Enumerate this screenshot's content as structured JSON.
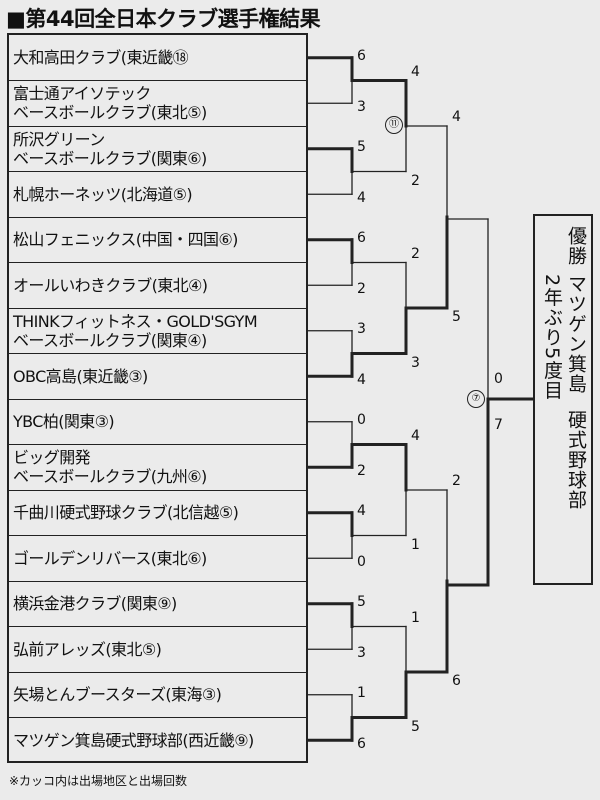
{
  "title": "■第44回全日本クラブ選手権結果",
  "teams": [
    {
      "lines": [
        "大和高田クラブ(東近畿⑱"
      ]
    },
    {
      "lines": [
        "富士通アイソテック",
        "ベースボールクラブ(東北⑤)"
      ]
    },
    {
      "lines": [
        "所沢グリーン",
        "ベースボールクラブ(関東⑥)"
      ]
    },
    {
      "lines": [
        "札幌ホーネッツ(北海道⑤)"
      ]
    },
    {
      "lines": [
        "松山フェニックス(中国・四国⑥)"
      ]
    },
    {
      "lines": [
        "オールいわきクラブ(東北④)"
      ]
    },
    {
      "lines": [
        "THINKフィットネス・GOLD'SGYM",
        "ベースボールクラブ(関東④)"
      ]
    },
    {
      "lines": [
        "OBC高島(東近畿③)"
      ]
    },
    {
      "lines": [
        "YBC柏(関東③)"
      ]
    },
    {
      "lines": [
        "ビッグ開発",
        "ベースボールクラブ(九州⑥)"
      ]
    },
    {
      "lines": [
        "千曲川硬式野球クラブ(北信越⑤)"
      ]
    },
    {
      "lines": [
        "ゴールデンリバース(東北⑥)"
      ]
    },
    {
      "lines": [
        "横浜金港クラブ(関東⑨)"
      ]
    },
    {
      "lines": [
        "弘前アレッズ(東北⑤)"
      ]
    },
    {
      "lines": [
        "矢場とんブースターズ(東海③)"
      ]
    },
    {
      "lines": [
        "マツゲン箕島硬式野球部(西近畿⑨)"
      ]
    }
  ],
  "scores": {
    "r1": [
      "6",
      "3",
      "5",
      "4",
      "6",
      "2",
      "3",
      "4",
      "0",
      "2",
      "4",
      "0",
      "5",
      "3",
      "1",
      "6"
    ],
    "r2": [
      "4",
      "2",
      "2",
      "3",
      "4",
      "1",
      "1",
      "5"
    ],
    "r3": [
      "4",
      "5",
      "2",
      "6"
    ],
    "final": [
      "0",
      "7"
    ]
  },
  "match_numbers": [
    "⑪",
    "⑦"
  ],
  "winner": {
    "columns": [
      "優勝",
      "マツゲン箕島",
      "2年ぶり5度目",
      "硬式野球部"
    ]
  },
  "note": "※カッコ内は出場地区と出場回数"
}
